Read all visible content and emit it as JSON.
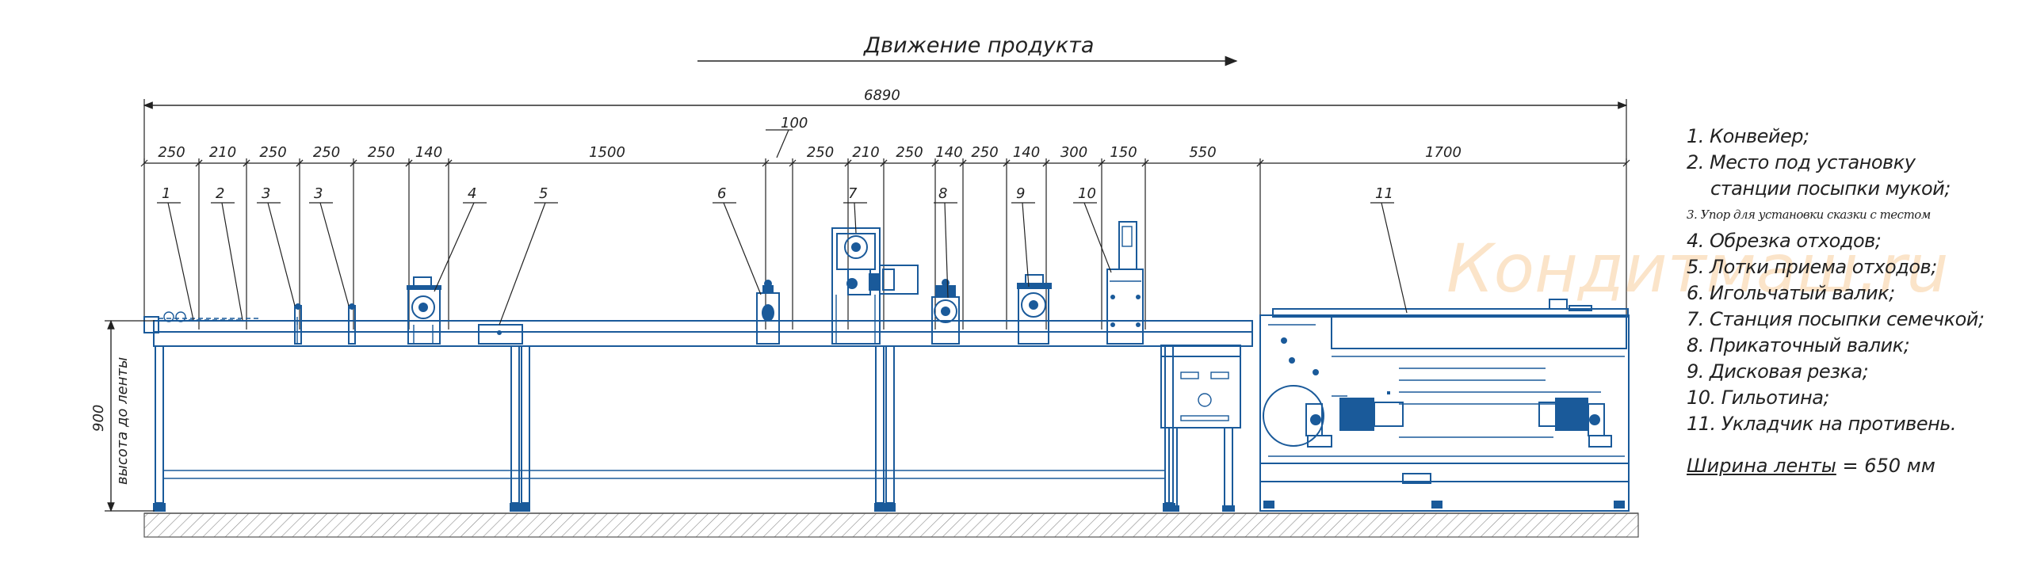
{
  "title": "Движение продукта",
  "total_dimension": "6890",
  "dimensions": [
    "250",
    "210",
    "250",
    "250",
    "250",
    "140",
    "1500",
    "250",
    "210",
    "250",
    "140",
    "250",
    "140",
    "300",
    "150",
    "550",
    "1700"
  ],
  "offset_dimension": "100",
  "height_dimension": {
    "value": "900",
    "label": "высота до ленты"
  },
  "callouts": [
    "1",
    "2",
    "3",
    "3",
    "4",
    "5",
    "6",
    "7",
    "8",
    "9",
    "10",
    "11"
  ],
  "legend": [
    {
      "text": "1. Конвейер;"
    },
    {
      "text": "2. Место под установку"
    },
    {
      "text": "станции посыпки мукой;"
    },
    {
      "text": "3.  Упор для установки сказки с тестом"
    },
    {
      "text": "4. Обрезка отходов;"
    },
    {
      "text": "5. Лотки приема отходов;"
    },
    {
      "text": "6. Игольчатый валик;"
    },
    {
      "text": "7. Станция посыпки семечкой;"
    },
    {
      "text": "8. Прикаточный валик;"
    },
    {
      "text": "9. Дисковая резка;"
    },
    {
      "text": "10. Гильотина;"
    },
    {
      "text": "11. Укладчик на противень."
    }
  ],
  "belt_width": {
    "label": "Ширина ленты",
    "value": "= 650 мм"
  },
  "watermark": "Кондитмаш.ru",
  "colors": {
    "drawing": "#1a5a9a",
    "dimension": "#222222",
    "watermark": "#f7c48a"
  }
}
